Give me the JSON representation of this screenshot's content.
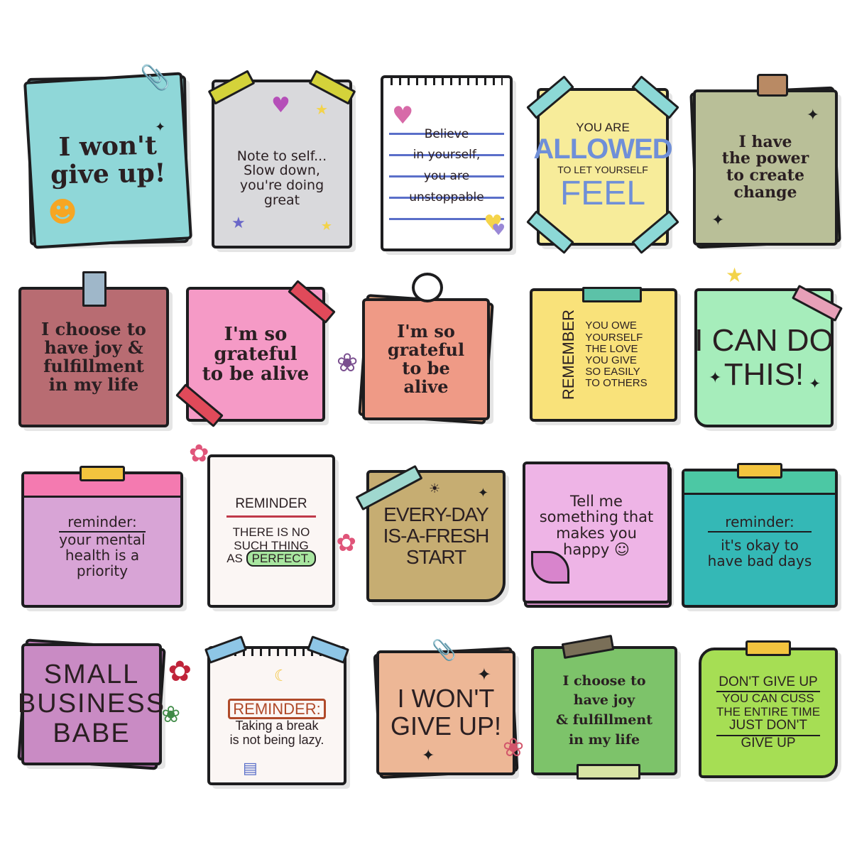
{
  "pins": [
    {
      "id": "p1",
      "lines": [
        "I won't",
        "give up!"
      ]
    },
    {
      "id": "p2",
      "lines": [
        "Note to self...",
        "Slow down,",
        "you're doing",
        "great"
      ]
    },
    {
      "id": "p3",
      "lines": [
        "Believe",
        "in yourself,",
        "you are",
        "unstoppable"
      ]
    },
    {
      "id": "p4",
      "lines": [
        "YOU ARE",
        "ALLOWED",
        "TO LET YOURSELF",
        "FEEL"
      ]
    },
    {
      "id": "p5",
      "lines": [
        "I have",
        "the power",
        "to create",
        "change"
      ]
    },
    {
      "id": "p6",
      "lines": [
        "I choose to",
        "have joy &",
        "fulfillment",
        "in my life"
      ]
    },
    {
      "id": "p7",
      "lines": [
        "I'm so",
        "grateful",
        "to be alive"
      ]
    },
    {
      "id": "p8",
      "lines": [
        "I'm so",
        "grateful",
        "to be",
        "alive"
      ]
    },
    {
      "id": "p9",
      "side": "REMEMBER",
      "lines": [
        "YOU OWE",
        "YOURSELF",
        "THE LOVE",
        "YOU GIVE",
        "SO EASILY",
        "TO OTHERS"
      ]
    },
    {
      "id": "p10",
      "lines": [
        "I CAN DO",
        "THIS!"
      ]
    },
    {
      "id": "p11",
      "lines": [
        "reminder:",
        "your mental",
        "health is a",
        "priority"
      ]
    },
    {
      "id": "p12",
      "lines": [
        "REMINDER",
        "THERE IS NO",
        "SUCH THING",
        "AS",
        "PERFECT."
      ]
    },
    {
      "id": "p13",
      "lines": [
        "EVERY-DAY",
        "IS-A-FRESH",
        "START"
      ]
    },
    {
      "id": "p14",
      "lines": [
        "Tell me",
        "something that",
        "makes you",
        "happy"
      ]
    },
    {
      "id": "p15",
      "lines": [
        "reminder:",
        "it's okay to",
        "have bad days"
      ]
    },
    {
      "id": "p16",
      "lines": [
        "SMALL",
        "BUSINESS",
        "BABE"
      ]
    },
    {
      "id": "p17",
      "lines": [
        "REMINDER:",
        "Taking a break",
        "is not being lazy."
      ]
    },
    {
      "id": "p18",
      "lines": [
        "I WON'T",
        "GIVE UP!"
      ]
    },
    {
      "id": "p19",
      "lines": [
        "I choose to",
        "have joy",
        "& fulfillment",
        "in my life"
      ]
    },
    {
      "id": "p20",
      "lines": [
        "DON'T GIVE UP",
        "YOU CAN CUSS",
        "THE ENTIRE TIME",
        "JUST DON'T",
        "GIVE UP"
      ]
    }
  ],
  "colors": {
    "outline": "#1d1d1f",
    "aqua": "#9fe3e3",
    "gray": "#d9d9dc",
    "yellow": "#f7ec9a",
    "olive": "#b9bf98",
    "mauve": "#b86c72",
    "pink": "#f59ac6",
    "salmon": "#ef9a86",
    "lemon": "#f9e27a",
    "mint": "#a6edbb",
    "lilac": "#d8a4d6",
    "tan": "#c6ad72",
    "orchid": "#eeb4e6",
    "teal": "#34b8b6",
    "plum": "#c98bc4",
    "peach": "#edb796",
    "green": "#7dc36a",
    "lime": "#a6de54"
  }
}
